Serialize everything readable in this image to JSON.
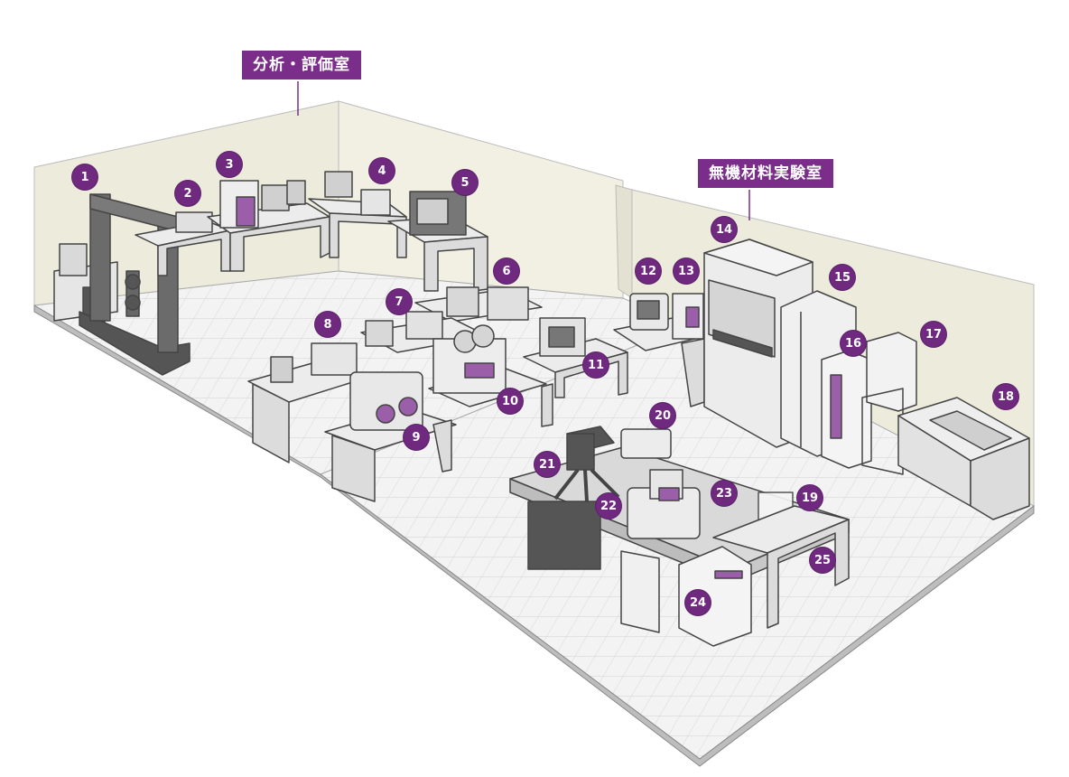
{
  "rooms": {
    "analysis": {
      "label": "分析・評価室"
    },
    "inorganic": {
      "label": "無機材料実験室"
    }
  },
  "badges": [
    "1",
    "2",
    "3",
    "4",
    "5",
    "6",
    "7",
    "8",
    "9",
    "10",
    "11",
    "12",
    "13",
    "14",
    "15",
    "16",
    "17",
    "18",
    "19",
    "20",
    "21",
    "22",
    "23",
    "24",
    "25"
  ],
  "colors": {
    "accent": "#6f2a7f",
    "wall": "#ecebdc",
    "floor": "#f2f2f2",
    "furniture": "#e4e4e4",
    "outline": "#444444"
  }
}
